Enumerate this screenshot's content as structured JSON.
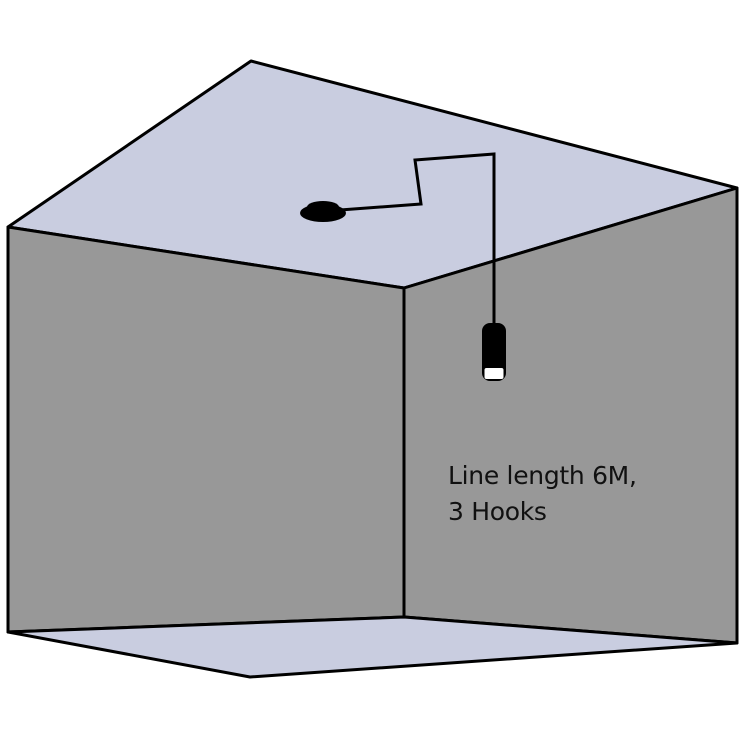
{
  "diagram": {
    "title": "Ceiling-mounted hanging line installation diagram",
    "colors": {
      "ceiling": "#c9cde0",
      "floor": "#c9cde0",
      "walls": "#989898",
      "outline": "#000000",
      "background": "#ffffff",
      "hook_cap": "#ffffff"
    },
    "annotation": {
      "line1": "Line length 6M,",
      "line2": "3 Hooks"
    },
    "components": [
      {
        "name": "ceiling-mount-base",
        "description": "black round ceiling mount"
      },
      {
        "name": "suspension-line",
        "description": "cable routed across ceiling then hanging down"
      },
      {
        "name": "hanging-weight",
        "description": "black cylindrical weight with white bottom cap"
      }
    ]
  }
}
